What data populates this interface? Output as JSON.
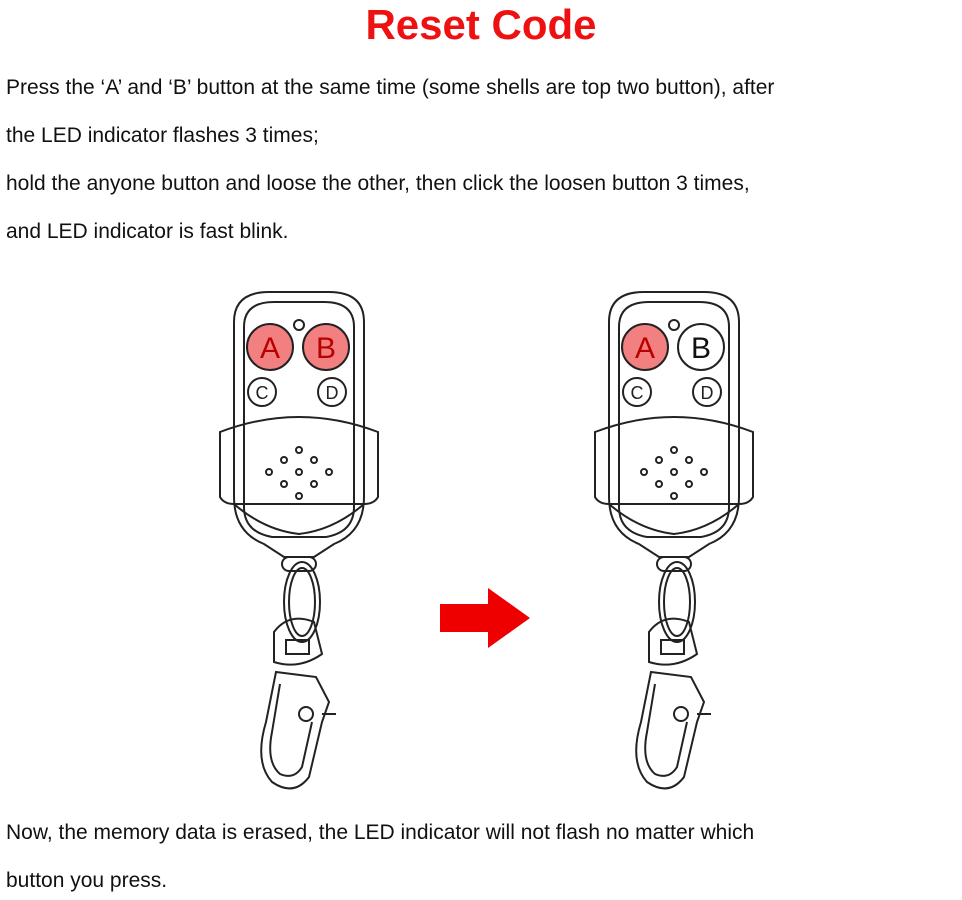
{
  "title": "Reset Code",
  "instructions": {
    "line1": "Press the ‘A’ and ‘B’ button at the same time (some shells are top two button), after",
    "line2": "the LED indicator flashes 3 times;",
    "line3": "hold the anyone button and loose the other, then click the loosen button 3 times,",
    "line4": "and LED indicator is fast blink.",
    "footer1": "Now, the memory data is erased, the LED indicator will not flash no matter which",
    "footer2": "button you press."
  },
  "remote_left": {
    "button_a": "A",
    "button_b": "B",
    "button_c": "C",
    "button_d": "D",
    "pressed": [
      "A",
      "B"
    ]
  },
  "remote_right": {
    "button_a": "A",
    "button_b": "B",
    "button_c": "C",
    "button_d": "D",
    "pressed": [
      "A"
    ]
  },
  "colors": {
    "title": "#e11111",
    "pressed_button": "#f28080",
    "arrow": "#ee0000",
    "outline": "#222222"
  },
  "icons": {
    "arrow": "right-arrow-icon",
    "remote": "key-fob-remote-icon"
  }
}
